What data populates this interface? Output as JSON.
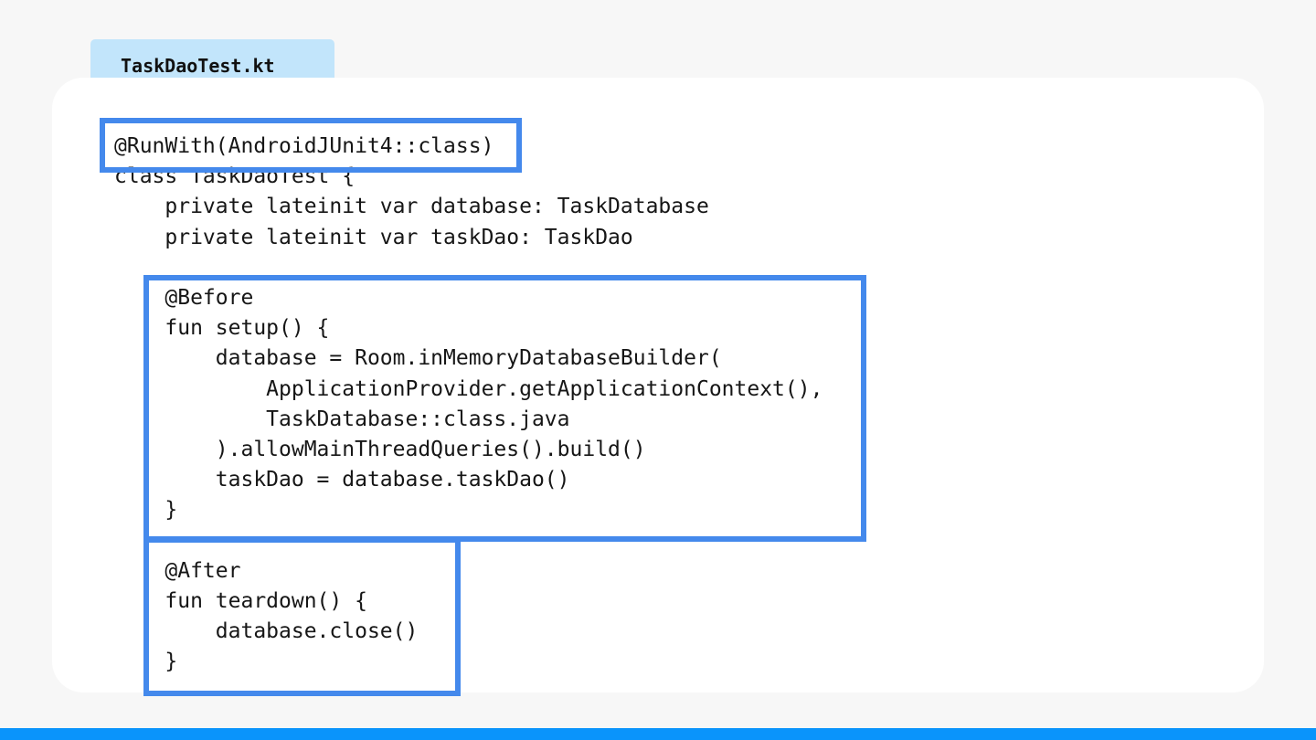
{
  "file_tab": {
    "label": "TaskDaoTest.kt"
  },
  "code": {
    "lines": [
      "@RunWith(AndroidJUnit4::class)",
      "class TaskDaoTest {",
      "    private lateinit var database: TaskDatabase",
      "    private lateinit var taskDao: TaskDao",
      "",
      "    @Before",
      "    fun setup() {",
      "        database = Room.inMemoryDatabaseBuilder(",
      "            ApplicationProvider.getApplicationContext(),",
      "            TaskDatabase::class.java",
      "        ).allowMainThreadQueries().build()",
      "        taskDao = database.taskDao()",
      "    }",
      "",
      "    @After",
      "    fun teardown() {",
      "        database.close()",
      "    }"
    ]
  },
  "colors": {
    "highlight": "#4489ec",
    "tab_background": "#c2e5fb",
    "bottom_bar": "#0a94fb",
    "page_background": "#f7f7f7",
    "card_background": "#ffffff"
  }
}
